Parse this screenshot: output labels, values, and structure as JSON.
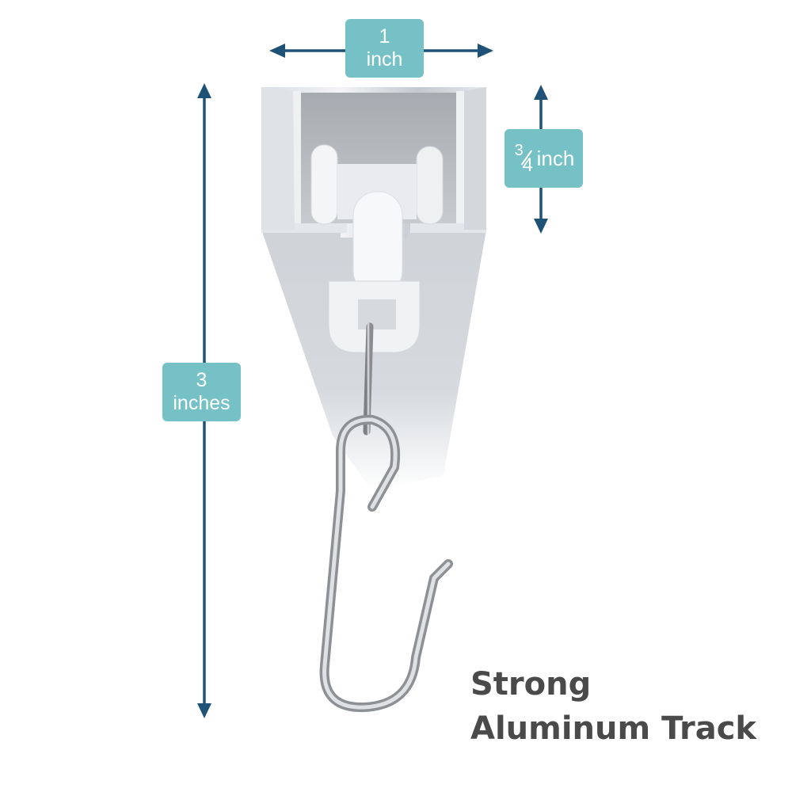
{
  "dimensions": {
    "width_label": {
      "value": "1",
      "unit": "inch"
    },
    "depth_label": {
      "numerator": "3",
      "denominator": "4",
      "unit": "inch"
    },
    "height_label": {
      "value": "3",
      "unit": "inches"
    }
  },
  "caption": {
    "line1": "Strong",
    "line2": "Aluminum Track"
  },
  "colors": {
    "arrow": "#1f5277",
    "label_bg": "#76c1c6",
    "label_text": "#ffffff",
    "caption_text": "#4a4a4a"
  },
  "product": {
    "name": "curtain-track-with-roller-and-hook"
  }
}
